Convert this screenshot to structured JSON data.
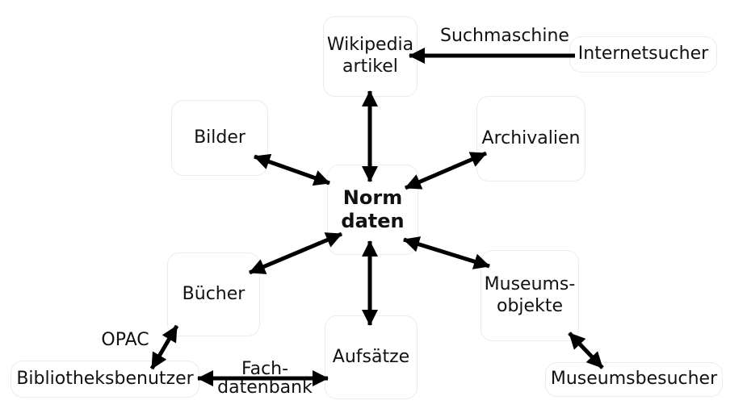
{
  "diagram": {
    "center_node": {
      "label": "Norm\ndaten"
    },
    "nodes": {
      "wikipedia": {
        "label": "Wikipedia\nartikel"
      },
      "internetsucher": {
        "label": "Internetsucher"
      },
      "bilder": {
        "label": "Bilder"
      },
      "archivalien": {
        "label": "Archivalien"
      },
      "buecher": {
        "label": "Bücher"
      },
      "aufsaetze": {
        "label": "Aufsätze"
      },
      "museumsobjekte": {
        "label": "Museums-\nobjekte"
      },
      "bibliotheksbenutzer": {
        "label": "Bibliotheksbenutzer"
      },
      "museumsbesucher": {
        "label": "Museumsbesucher"
      }
    },
    "edge_labels": {
      "suchmaschine": "Suchmaschine",
      "opac": "OPAC",
      "fachdatenbank": "Fach-\ndatenbank"
    },
    "colors": {
      "background": "#ffffff",
      "box_fill": "#ffffff",
      "box_border": "#ececec",
      "arrow": "#000000",
      "text": "#111111"
    }
  }
}
